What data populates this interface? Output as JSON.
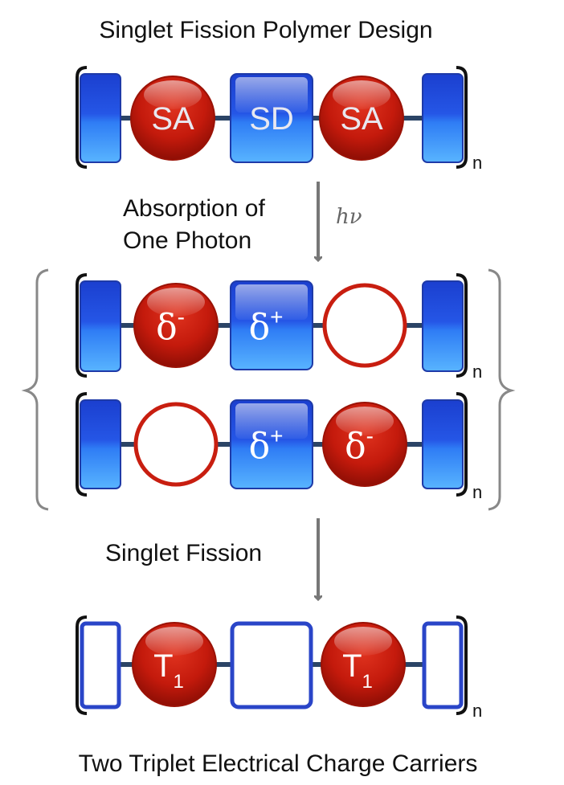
{
  "title": "Singlet Fission Polymer Design",
  "footer": "Two Triplet Electrical Charge Carriers",
  "step1": {
    "line1": "Absorption of",
    "line2": "One Photon",
    "symbol": "hν"
  },
  "step2": {
    "label": "Singlet Fission"
  },
  "subscript": "n",
  "row1": {
    "left": "SA",
    "middle": "SD",
    "right": "SA"
  },
  "row2": {
    "left": "δ",
    "left_sup": "-",
    "middle": "δ",
    "middle_sup": "+"
  },
  "row3": {
    "middle": "δ",
    "middle_sup": "+",
    "right": "δ",
    "right_sup": "-"
  },
  "row4": {
    "left": "T",
    "left_sub": "1",
    "right": "T",
    "right_sub": "1"
  },
  "colors": {
    "blue": "#1f4fd8",
    "blue_light": "#3b8cff",
    "red": "#c81e10",
    "red_dark": "#a11208",
    "link": "#2b4466",
    "arrow": "#777777"
  }
}
